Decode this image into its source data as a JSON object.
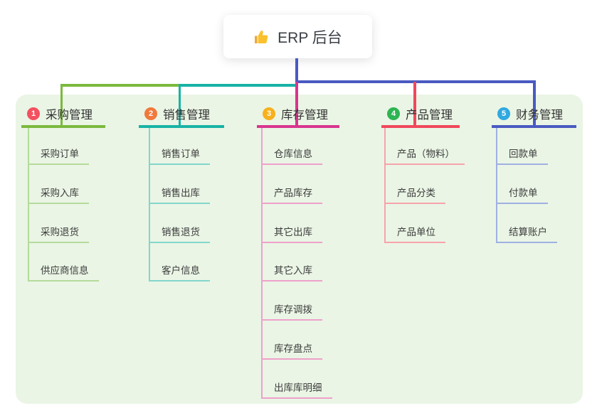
{
  "root": {
    "title": "ERP 后台",
    "icon": "thumbs-up-icon"
  },
  "branches": [
    {
      "index": "1",
      "title": "采购管理",
      "badge_color": "#f45060",
      "line_color": "#7cb93e",
      "child_line_color": "#b5db9b",
      "children": [
        "采购订单",
        "采购入库",
        "采购退货",
        "供应商信息"
      ]
    },
    {
      "index": "2",
      "title": "销售管理",
      "badge_color": "#f0793c",
      "line_color": "#17b3a6",
      "child_line_color": "#83d6cc",
      "children": [
        "销售订单",
        "销售出库",
        "销售退货",
        "客户信息"
      ]
    },
    {
      "index": "3",
      "title": "库存管理",
      "badge_color": "#f7b11e",
      "line_color": "#d8358f",
      "child_line_color": "#efa0cb",
      "children": [
        "仓库信息",
        "产品库存",
        "其它出库",
        "其它入库",
        "库存调拨",
        "库存盘点",
        "出库库明细"
      ]
    },
    {
      "index": "4",
      "title": "产品管理",
      "badge_color": "#2eb452",
      "line_color": "#f0485c",
      "child_line_color": "#f7a3ab",
      "children": [
        "产品（物料）",
        "产品分类",
        "产品单位"
      ]
    },
    {
      "index": "5",
      "title": "财务管理",
      "badge_color": "#2fa9e0",
      "line_color": "#4a5ac2",
      "child_line_color": "#9fb0e2",
      "children": [
        "回款单",
        "付款单",
        "结算账户"
      ]
    }
  ],
  "colors": {
    "canvas_bg": "#ffffff",
    "panel_bg": "#eaf5e5",
    "root_connector": "#4a5ac2",
    "text": "#3c3c3c"
  }
}
